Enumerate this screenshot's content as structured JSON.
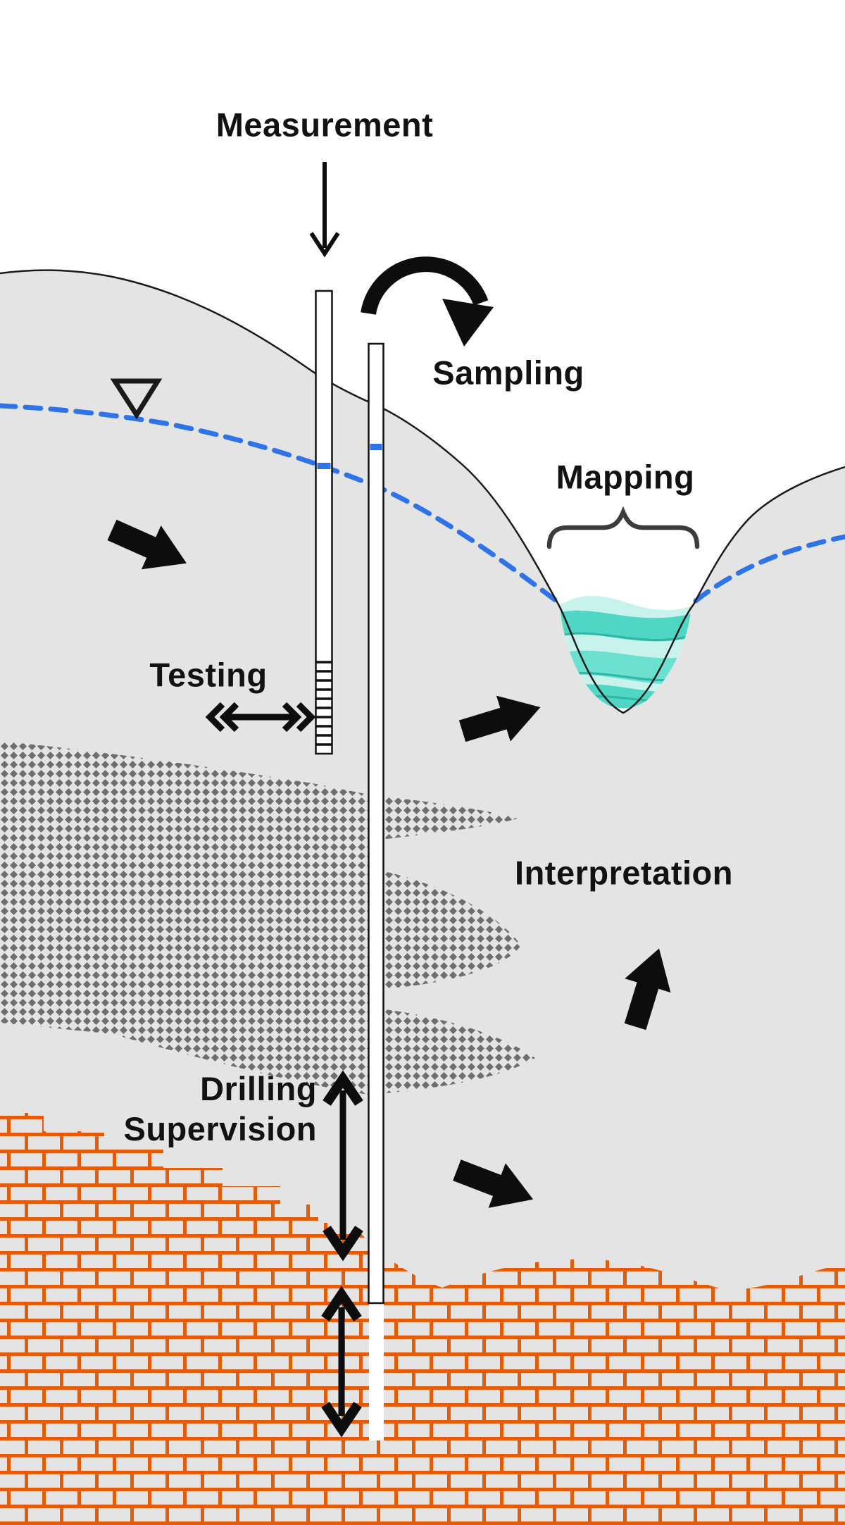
{
  "diagram": {
    "type": "hydrogeological cross-section illustrating field methods",
    "labels": {
      "measurement": "Measurement",
      "sampling": "Sampling",
      "mapping": "Mapping",
      "testing": "Testing",
      "interpretation": "Interpretation",
      "drilling_supervision_line1": "Drilling",
      "drilling_supervision_line2": "Supervision"
    },
    "icons": {
      "water_table_symbol": "inverted-open-triangle",
      "measurement_arrow": "thin-down-arrow",
      "sampling_arrow": "clockwise-semicircle-rotation-arrow",
      "testing_arrow": "horizontal-double-chevron-arrow",
      "drilling_supervision_arrows": "vertical-double-headed-arrows",
      "flow_arrows": "thick-black-block-arrows",
      "mapping_brace": "upward-curly-brace"
    },
    "features": {
      "water_table": "blue dashed line",
      "clay_lens": "gray diamond cross-hatch blob",
      "bedrock": "orange brick pattern",
      "river": "turquoise wavy water in valley",
      "boreholes": [
        "shallow piezometer with screen",
        "deep cased borehole with open bottom"
      ]
    },
    "colors": {
      "terrain_fill": "#e4e4e4",
      "outline": "#1a1a1a",
      "water_table_blue": "#2e74e8",
      "lens_pattern_gray": "#6e6e6e",
      "bedrock_brick_orange": "#e45b09",
      "river_light": "#c8f2ec",
      "river_mid": "#6ce0d0",
      "river_dark": "#4fd6c4",
      "river_stroke": "#2fb7a6",
      "arrow_black": "#0d0d0d",
      "brace_gray": "#3c3c3c"
    }
  }
}
